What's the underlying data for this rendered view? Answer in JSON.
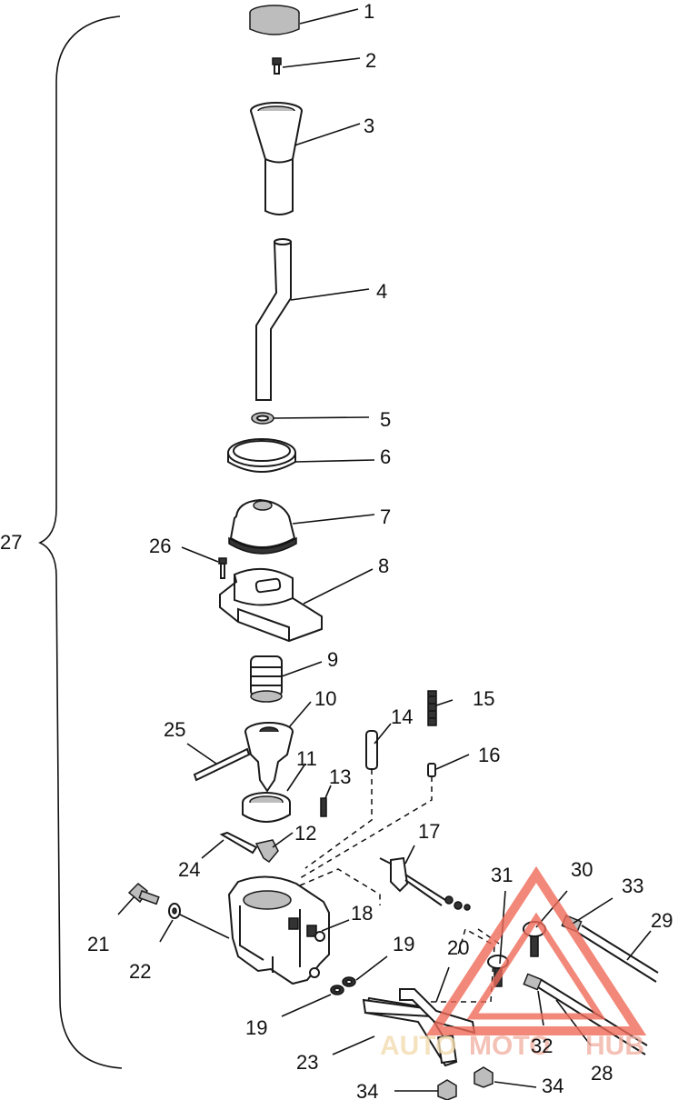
{
  "labels": {
    "p1": "1",
    "p2": "2",
    "p3": "3",
    "p4": "4",
    "p5": "5",
    "p6": "6",
    "p7": "7",
    "p8": "8",
    "p9": "9",
    "p10": "10",
    "p11": "11",
    "p12": "12",
    "p13": "13",
    "p14": "14",
    "p15": "15",
    "p16": "16",
    "p17": "17",
    "p18": "18",
    "p19a": "19",
    "p19b": "19",
    "p20": "20",
    "p21": "21",
    "p22": "22",
    "p23": "23",
    "p24": "24",
    "p25": "25",
    "p26": "26",
    "p27": "27",
    "p28": "28",
    "p29": "29",
    "p30": "30",
    "p31": "31",
    "p32": "32",
    "p33": "33",
    "p34a": "34",
    "p34b": "34"
  },
  "watermark": {
    "text_left": "AUTO",
    "text_mid": "MOTO",
    "text_right": "HUB",
    "color_primary": "#f2b2a4",
    "color_secondary": "#f3dcb0",
    "color_triangle": "#ef6b5a"
  }
}
